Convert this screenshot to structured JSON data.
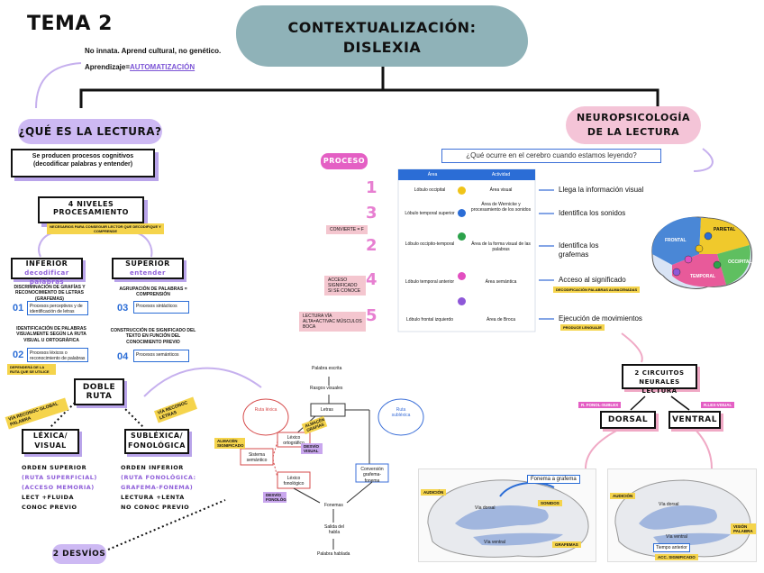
{
  "header": {
    "tema": "TEMA 2",
    "title_line1": "CONTEXTUALIZACIÓN:",
    "title_line2": "DISLEXIA",
    "note1": "No innata. Aprend cultural, no genético.",
    "note2_prefix": "Aprendizaje=",
    "note2_link": "AUTOMATIZACIÓN"
  },
  "left": {
    "question": "¿QUÉ ES LA LECTURA?",
    "definition": "Se producen procesos cognitivos (decodificar palabras y entender)",
    "levels_title": "4 NIVELES PROCESAMIENTO",
    "levels_tag": "NECESARIOS PARA CONSEGUIR LECTOR QUE DECODIFIQUE Y COMPRENDE",
    "inferior_title": "INFERIOR",
    "inferior_sub": "decodificar palabras",
    "superior_title": "SUPERIOR",
    "superior_sub": "entender",
    "inf_items": [
      {
        "num": "01",
        "label": "DISCRIMINACIÓN DE GRAFÍAS Y RECONOCIMIENTO DE LETRAS (GRAFEMAS)",
        "box": "Procesos perceptivos y de identificación de letras"
      },
      {
        "num": "02",
        "label": "IDENTIFICACIÓN DE PALABRAS VISUALMENTE SEGÚN LA RUTA VISUAL U ORTOGRÁFICA",
        "box": "Procesos léxicos o reconocimiento de palabras",
        "tag": "DEPENDERÁ DE LA RUTA QUE SE UTILICE"
      }
    ],
    "sup_items": [
      {
        "num": "03",
        "label": "AGRUPACIÓN DE PALABRAS = COMPRENSIÓN",
        "box": "Procesos sintácticos"
      },
      {
        "num": "04",
        "label": "CONSTRUCCIÓN DE SIGNIFICADO DEL TEXTO EN FUNCIÓN DEL CONOCIMIENTO PREVIO",
        "box": "Procesos semánticos"
      }
    ],
    "double_route": "DOBLE RUTA",
    "tag_lexical": "VÍA RECONOC GLOBAL PALABRA",
    "tag_sublexical": "VÍA RECONOC LETRAS",
    "lexical_title": "LÉXICA/ VISUAL",
    "sublexical_title": "SUBLÉXICA/ FONOLÓGICA",
    "lexical_lines": [
      "ORDEN SUPERIOR",
      "(RUTA SUPERFICIAL)",
      "(ACCESO MEMORIA)",
      "LECT +FLUIDA",
      "CONOC PREVIO"
    ],
    "sublexical_lines": [
      "ORDEN INFERIOR",
      "(RUTA FONOLÓGICA:",
      "GRAFEMA-FONEMA)",
      "LECTURA +LENTA",
      "NO CONOC PREVIO"
    ],
    "deviations": "2 DESVÍOS"
  },
  "center": {
    "proceso_label": "PROCESO",
    "question": "¿Qué ocurre en el cerebro cuando estamos leyendo?",
    "table_headers": [
      "Área",
      "Actividad"
    ],
    "steps": [
      {
        "num": "1",
        "area": "Lóbulo occipital",
        "activity": "Área visual",
        "result": "Llega la información visual",
        "dot": "#f0c419"
      },
      {
        "num": "3",
        "area": "Lóbulo temporal superior",
        "activity": "Área de Wernicke y procesamiento de los sonidos",
        "result": "Identifica los sonidos",
        "dot": "#2b6dd6"
      },
      {
        "num": "2",
        "area": "Lóbulo occipito-temporal",
        "activity": "Área de la forma visual de las palabras",
        "result": "Identifica los grafemas",
        "dot": "#2ca24b"
      },
      {
        "num": "4",
        "area": "Lóbulo temporal anterior",
        "activity": "Área semántica",
        "result": "Acceso al significado",
        "dot": "#e24fc0"
      },
      {
        "num": "5",
        "area": "Lóbulo frontal izquierdo",
        "activity": "Área de Broca",
        "result": "Ejecución de movimientos",
        "dot": "#8e57d8"
      }
    ],
    "side_tags": [
      "CONVIERTE = F",
      "ACCESO SIGNIFICADO SI SE CONOCE",
      "LECTURA VÍA ALTA=ACTIVAC MÚSCULOS BOCA"
    ],
    "result_tags": [
      "DECODIFICACIÓN PALABRAS ALMACENADAS",
      "PRODUCE LENGUAJE"
    ],
    "brain_labels": [
      "FRONTAL",
      "PARIETAL",
      "TEMPORAL",
      "OCCIPITAL"
    ]
  },
  "flow": {
    "nodes": [
      "Palabra escrita",
      "Rasgos visuales",
      "Letras",
      "Ruta léxica",
      "Ruta subléxica",
      "Léxico ortográfico",
      "Sistema semántico",
      "Léxico fonológico",
      "Conversión grafema-fonema",
      "Fonemas",
      "Salida del habla",
      "Palabra hablada"
    ],
    "tags": [
      "ALMACÉN SIGNIFICADO",
      "ALMACÉN GRAFÍAS",
      "DESVÍO VISUAL",
      "DESVÍO FONOLÓG"
    ]
  },
  "right": {
    "title_line1": "NEUROPSICOLOGÍA",
    "title_line2": "DE LA LECTURA",
    "circuits_title": "2 CIRCUITOS NEURALES LECTURA",
    "dorsal_tag": "R. FONOL-SUBLEX",
    "ventral_tag": "R.LEX-VISUAL",
    "dorsal": "DORSAL",
    "ventral": "VENTRAL",
    "left_brain_tags": [
      "AUDICIÓN",
      "SONIDOS",
      "GRAFEMAS"
    ],
    "left_brain_labels": [
      "Fonema a grafema",
      "Vía dorsal",
      "Vía ventral"
    ],
    "right_brain_tags": [
      "AUDICIÓN",
      "VISIÓN PALABRA",
      "ACC. SIGNIFICADO"
    ],
    "right_brain_labels": [
      "Vía dorsal",
      "Vía ventral",
      "Tiempo anterior"
    ]
  }
}
